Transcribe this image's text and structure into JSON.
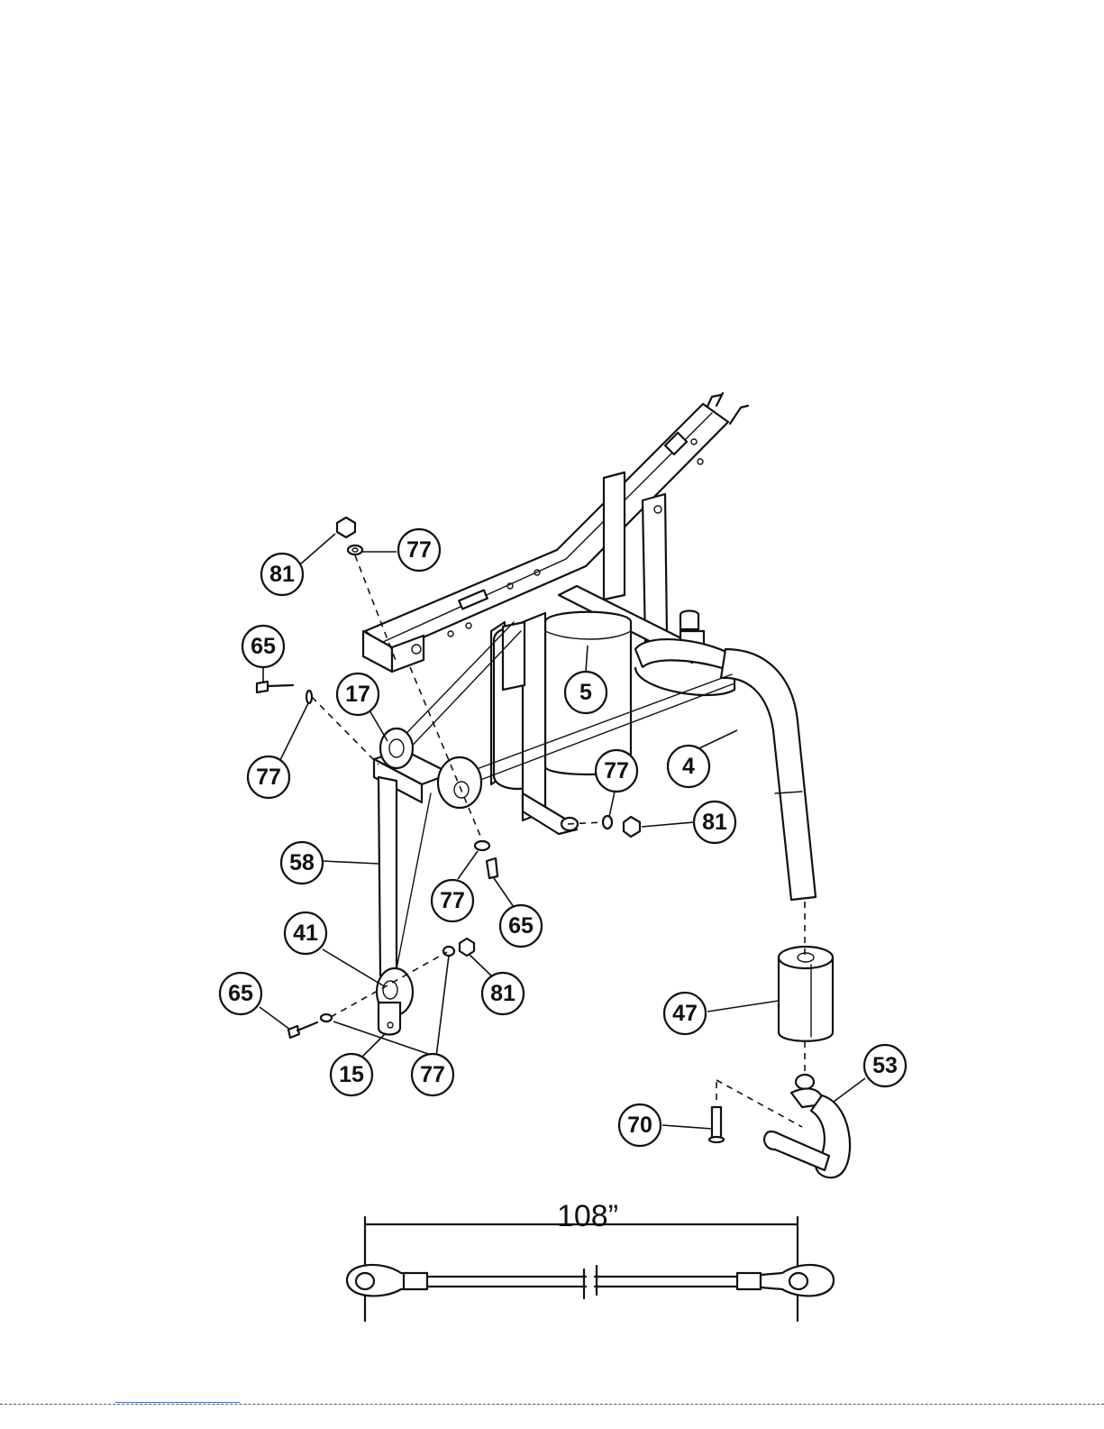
{
  "diagram": {
    "callouts": [
      "81",
      "77",
      "65",
      "17",
      "77",
      "5",
      "4",
      "77",
      "81",
      "58",
      "77",
      "65",
      "41",
      "81",
      "65",
      "15",
      "77",
      "47",
      "53",
      "70"
    ]
  },
  "cable": {
    "length_label": "108”"
  }
}
